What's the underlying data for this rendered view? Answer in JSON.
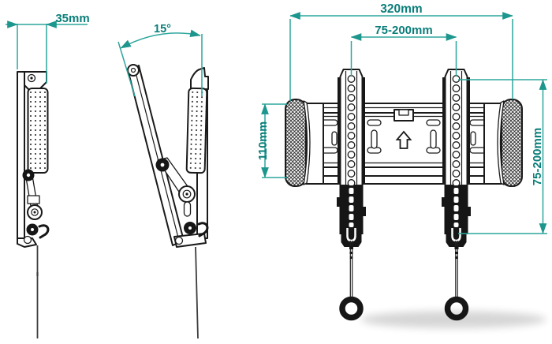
{
  "diagram": {
    "type": "technical-dimension-drawing",
    "subject": "tilting-tv-wall-mount",
    "dimensions": {
      "depth": "35mm",
      "tilt_angle": "15°",
      "overall_width": "320mm",
      "vesa_width_range": "75-200mm",
      "plate_height": "110mm",
      "vesa_height_range": "75-200mm"
    },
    "colors": {
      "dimension_text": "#0a7e79",
      "dimension_line": "#2da69c",
      "drawing_line": "#1a1a1a",
      "background": "#ffffff"
    }
  }
}
